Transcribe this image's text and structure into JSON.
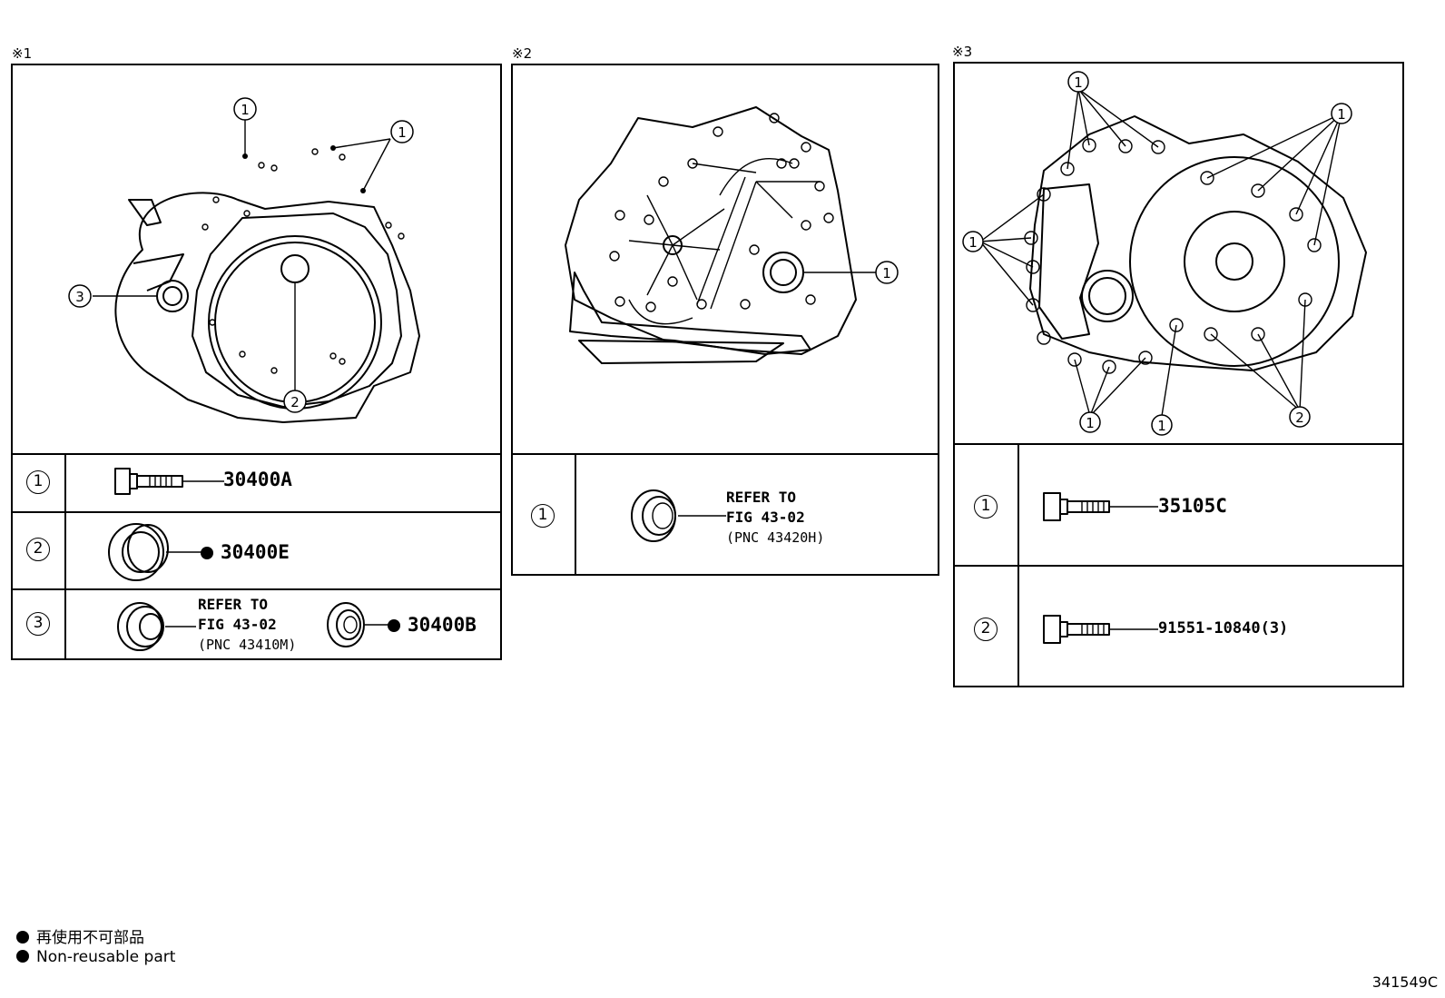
{
  "panels": [
    {
      "tag": "※1",
      "rows": [
        {
          "num": "①",
          "part": "30400A",
          "nonreusable": false
        },
        {
          "num": "②",
          "part": "30400E",
          "nonreusable": true
        },
        {
          "num": "③",
          "refer": [
            "REFER TO",
            "FIG 43-02",
            "(PNC 43410M)"
          ],
          "part": "30400B",
          "nonreusable": true
        }
      ],
      "callouts": [
        "①",
        "①",
        "②",
        "③"
      ]
    },
    {
      "tag": "※2",
      "rows": [
        {
          "num": "①",
          "refer": [
            "REFER TO",
            "FIG 43-02",
            "(PNC 43420H)"
          ]
        }
      ],
      "callouts": [
        "①"
      ]
    },
    {
      "tag": "※3",
      "rows": [
        {
          "num": "①",
          "part": "35105C",
          "nonreusable": false
        },
        {
          "num": "②",
          "part": "91551-10840(3)",
          "nonreusable": false
        }
      ],
      "callouts": [
        "①",
        "①",
        "①",
        "①",
        "①",
        "②"
      ]
    }
  ],
  "legend": {
    "jp": "再使用不可部品",
    "en": "Non-reusable part"
  },
  "illustration_number": "341549C"
}
